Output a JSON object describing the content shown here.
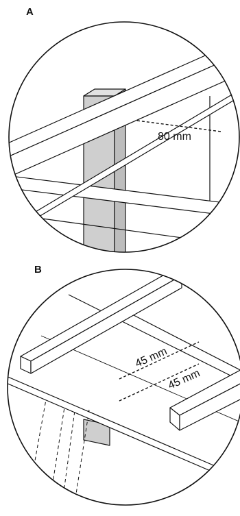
{
  "panels": [
    {
      "label": "A",
      "dimension": "80 mm"
    },
    {
      "label": "B",
      "dimensions": [
        "45 mm",
        "45 mm"
      ]
    }
  ],
  "colors": {
    "outline": "#111111",
    "post_fill": "#cfcfcf",
    "board_fill": "#ffffff",
    "background": "#ffffff"
  }
}
